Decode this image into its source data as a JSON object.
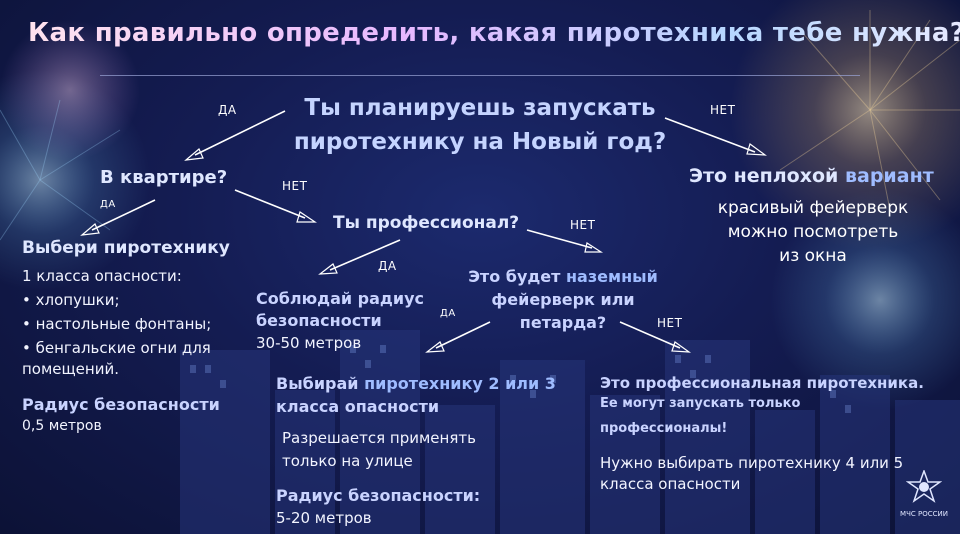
{
  "title": "Как правильно определить, какая пиротехника тебе нужна?",
  "question_main": {
    "line1": "Ты планируешь запускать",
    "line2": "пиротехнику на Новый год?"
  },
  "labels": {
    "yes": "ДА",
    "no": "НЕТ"
  },
  "apartment": {
    "question": "В квартире?"
  },
  "choose": {
    "heading": "Выбери пиротехнику",
    "intro": "1 класса опасности:",
    "items": [
      "• хлопушки;",
      "• настольные фонтаны;",
      "• бенгальские огни для",
      "помещений."
    ],
    "radius_heading": "Радиус безопасности",
    "radius_value": "0,5 метров"
  },
  "professional": {
    "question": "Ты профессионал?"
  },
  "keep_radius": {
    "line1": "Соблюдай радиус",
    "line2": "безопасности",
    "value": "30-50 метров"
  },
  "ground": {
    "line1_a": "Это будет ",
    "line1_b": "наземный",
    "line2": "фейерверк или",
    "line3": "петарда?"
  },
  "not_bad": {
    "heading_a": "Это неплохой ",
    "heading_b": "вариант",
    "line1": "красивый фейерверк",
    "line2": "можно посмотреть",
    "line3": "из окна"
  },
  "class23": {
    "line1_a": "Выбирай ",
    "line1_b": "пиротехнику 2 или 3",
    "line2": "класса опасности",
    "street1": "Разрешается применять",
    "street2": "только на улице",
    "radius_heading": "Радиус безопасности:",
    "radius_value": "5-20 метров"
  },
  "pro": {
    "line1": "Это профессиональная пиротехника.",
    "line2": "Ее могут запускать только",
    "line3": "профессионалы!",
    "need1": "Нужно выбирать  пиротехнику 4 или 5",
    "need2": "класса опасности"
  },
  "logo_text": "МЧС РОССИИ",
  "colors": {
    "accent": "#9fbcff",
    "background": "#141c52",
    "heading": "#c5d4ff"
  }
}
